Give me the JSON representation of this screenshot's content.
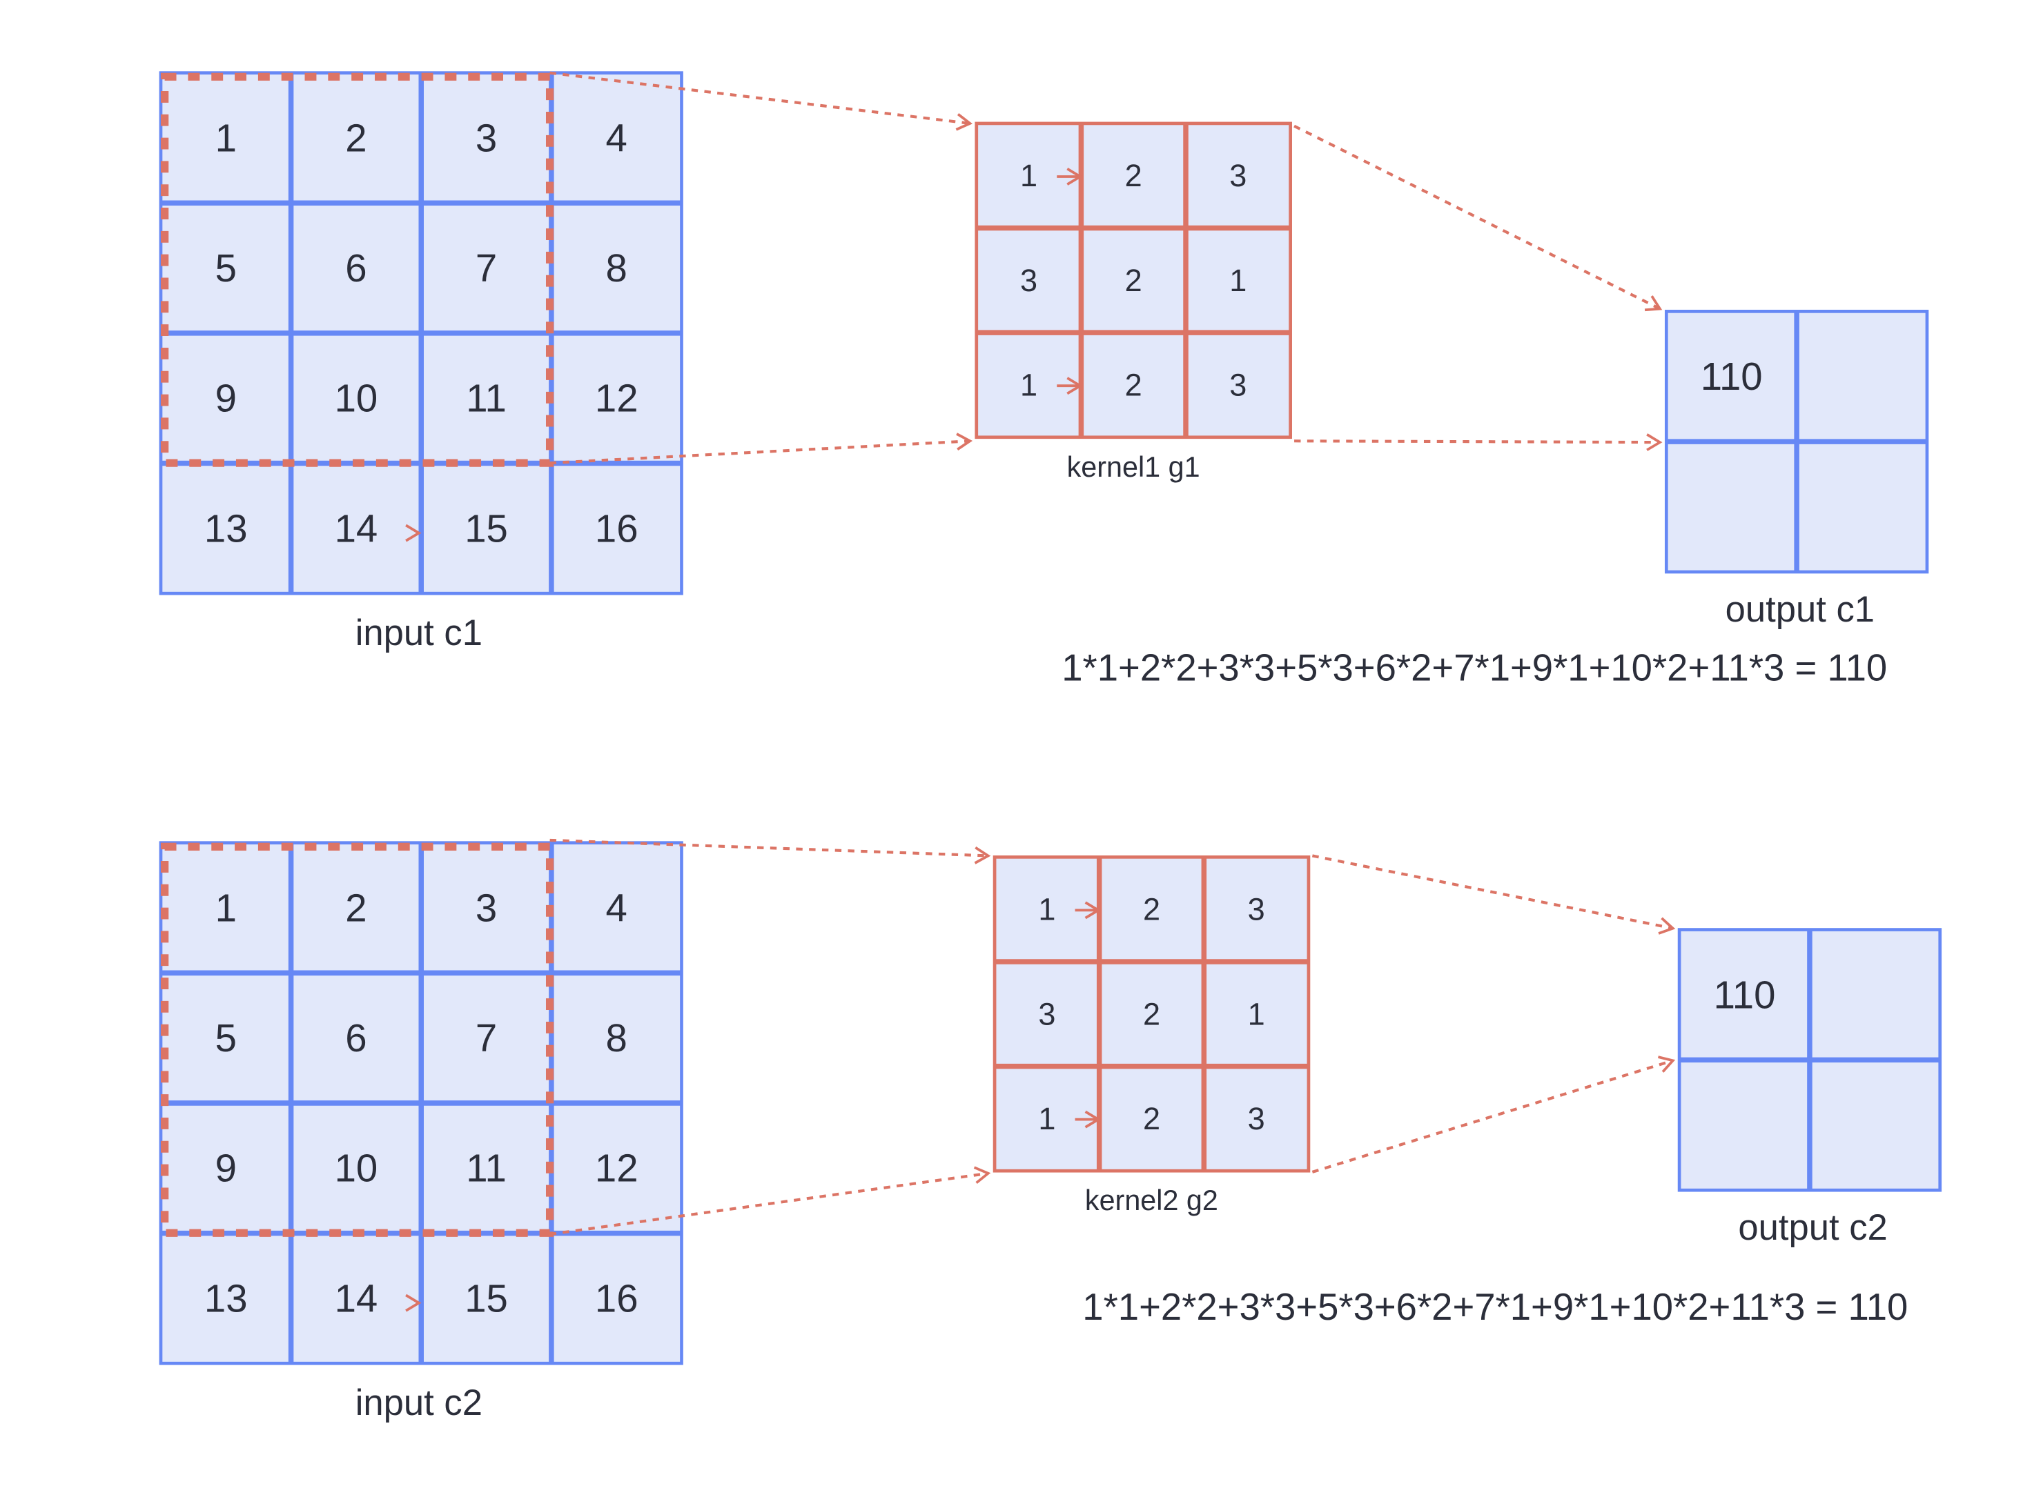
{
  "colors": {
    "blue": "#6688f5",
    "cell_fill": "#e2e8fa",
    "red": "#dc7465",
    "text": "#2b2e3a"
  },
  "panels": [
    {
      "input": {
        "label": "input c1",
        "values": [
          [
            1,
            2,
            3,
            4
          ],
          [
            5,
            6,
            7,
            8
          ],
          [
            9,
            10,
            11,
            12
          ],
          [
            13,
            14,
            15,
            16
          ]
        ]
      },
      "kernel": {
        "label": "kernel1 g1",
        "values": [
          [
            1,
            2,
            3
          ],
          [
            3,
            2,
            1
          ],
          [
            1,
            2,
            3
          ]
        ]
      },
      "output": {
        "label": "output c1",
        "values": [
          [
            "110",
            ""
          ],
          [
            "",
            ""
          ]
        ]
      },
      "equation": "1*1+2*2+3*3+5*3+6*2+7*1+9*1+10*2+11*3 = 110"
    },
    {
      "input": {
        "label": "input c2",
        "values": [
          [
            1,
            2,
            3,
            4
          ],
          [
            5,
            6,
            7,
            8
          ],
          [
            9,
            10,
            11,
            12
          ],
          [
            13,
            14,
            15,
            16
          ]
        ]
      },
      "kernel": {
        "label": "kernel2 g2",
        "values": [
          [
            1,
            2,
            3
          ],
          [
            3,
            2,
            1
          ],
          [
            1,
            2,
            3
          ]
        ]
      },
      "output": {
        "label": "output c2",
        "values": [
          [
            "110",
            ""
          ],
          [
            "",
            ""
          ]
        ]
      },
      "equation": "1*1+2*2+3*3+5*3+6*2+7*1+9*1+10*2+11*3 = 110"
    }
  ]
}
